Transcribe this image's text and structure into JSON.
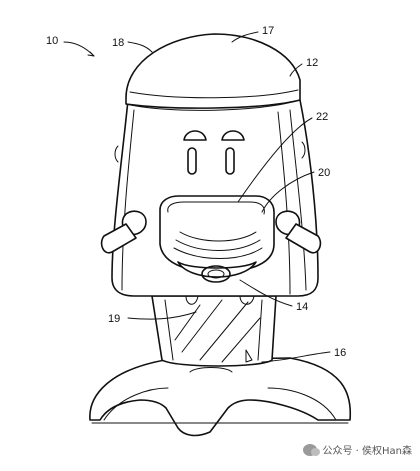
{
  "reference_numerals": {
    "device": "10",
    "housing": "12",
    "base": "16",
    "top_cap": "17",
    "top_rim": "18",
    "neck": "19",
    "face_panel": "20",
    "upper_face": "22",
    "lower_cup": "14"
  },
  "watermark": {
    "text": "公众号 · 侯权Han森",
    "icon": "wechat-icon"
  }
}
